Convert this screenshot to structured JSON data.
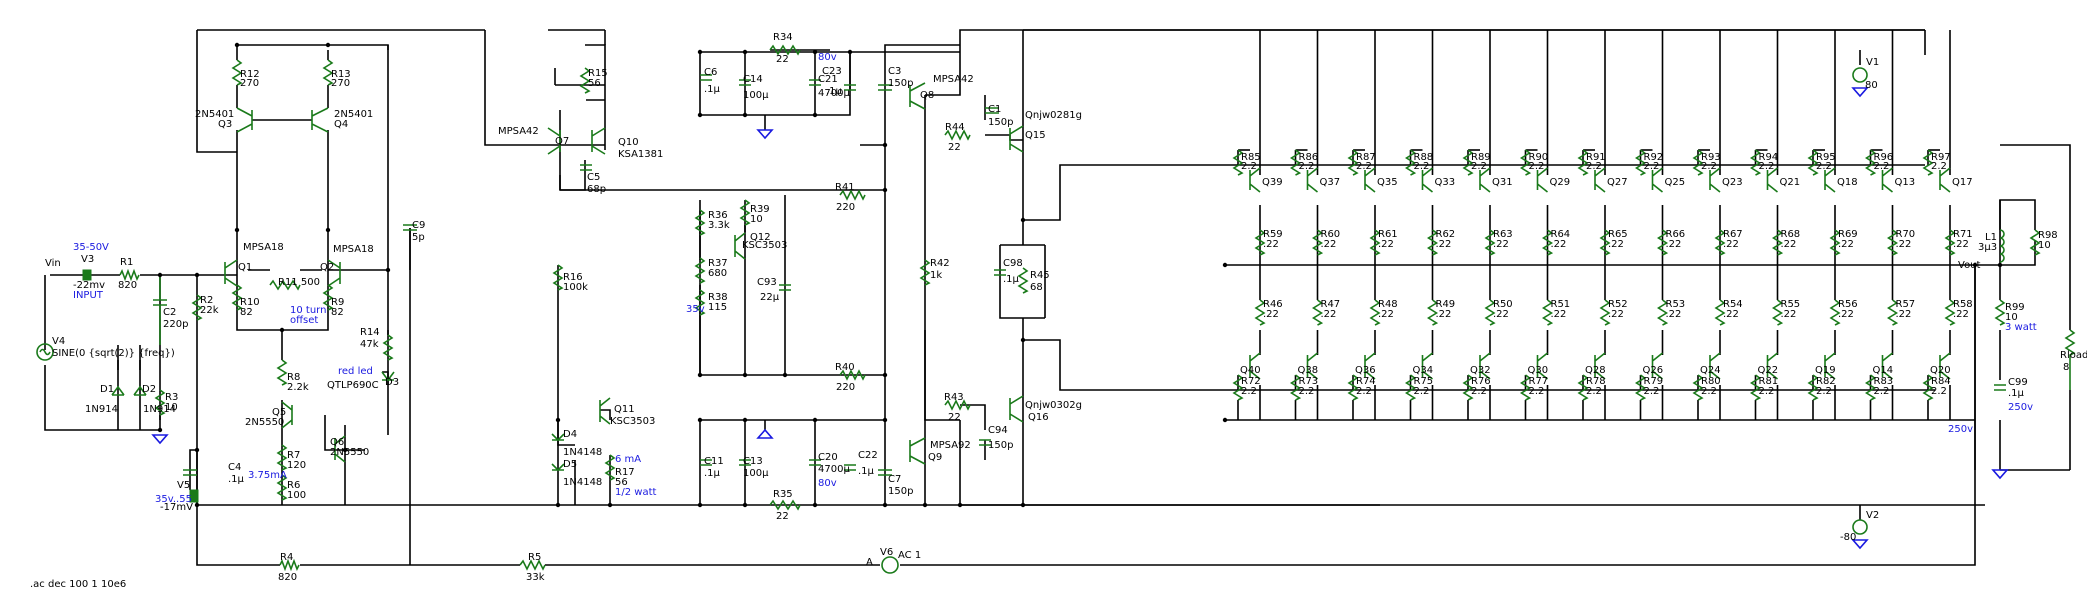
{
  "labels": {
    "r12": "R12",
    "r12v": "270",
    "r13": "R13",
    "r13v": "270",
    "q3": "2N5401\nQ3",
    "q3a": "2N5401",
    "q3b": "Q3",
    "q4a": "2N5401",
    "q4b": "Q4",
    "q1a": "MPSA18",
    "q1b": "Q1",
    "q2a": "MPSA18",
    "q2b": "Q2",
    "r11": "R11 500",
    "r10": "R10",
    "r10v": "82",
    "r9": "R9",
    "r9v": "82",
    "turn1": "10 turn",
    "turn2": "offset",
    "r8": "R8",
    "r8v": "2.2k",
    "q5a": "Q5",
    "q5b": "2N5550",
    "q6a": "Q6",
    "q6b": "2N5550",
    "r7": "R7",
    "r7v": "120",
    "r6": "R6",
    "r6v": "100",
    "cur1": "3.75mA",
    "r14": "R14",
    "r14v": "47k",
    "redled": "red led",
    "qtl": "QTLP690C",
    "d3": "D3",
    "c9": "C9",
    "c9v": "5p",
    "vin": "Vin",
    "v3": "V3",
    "v3v": "35-50V",
    "v3m": "-22mv",
    "input": "INPUT",
    "r1": "R1",
    "r1v": "820",
    "c2": "C2",
    "c2v": "220p",
    "r2": "R2",
    "r2v": "22k",
    "v4": "V4",
    "v4v": "SINE(0 {sqrt(2)} {freq})",
    "d1": "D1",
    "d1v": "1N914",
    "d2": "D2",
    "d2v": "1N914",
    "r3": "R3",
    "r3v": "10",
    "v5": "V5",
    "v5v": "35v..55",
    "v5m": "-17mV",
    "c4": "C4",
    "c4v": ".1µ",
    "r4": "R4",
    "r4v": "820",
    "r5": "R5",
    "r5v": "33k",
    "v6": "V6",
    "v6v": "AC 1",
    "a": "A",
    "cmd": ".ac dec 100 1 10e6",
    "r15": "R15",
    "r15v": "56",
    "q7": "Q7",
    "mpsa42": "MPSA42",
    "q10": "Q10",
    "ksa1381": "KSA1381",
    "c5": "C5",
    "c5v": "68p",
    "r16": "R16",
    "r16v": "100k",
    "d4": "D4",
    "d4v": "1N4148",
    "d5": "D5",
    "d5v": "1N4148",
    "q11": "Q11",
    "ksc3503a": "KSC3503",
    "ma6": "6 mA",
    "r17": "R17",
    "r17v": "56",
    "halfw": "1/2 watt",
    "r34": "R34",
    "r34v": "22",
    "v80a": "80v",
    "c6": "C6",
    "c6v": ".1µ",
    "c14": "C14",
    "c14v": "100µ",
    "c21": "C21",
    "c21v": "4700µ",
    "c23": "C23",
    "c23v": ".1µ",
    "c3": "C3",
    "c3v": "150p",
    "r36": "R36",
    "r36v": "3.3k",
    "r39": "R39",
    "r39v": "10",
    "q12": "Q12",
    "ksc3503": "KSC3503",
    "r37": "R37",
    "r37v": "680",
    "r38": "R38",
    "r38v": "115",
    "v35": "35v",
    "c93": "C93",
    "c93v": "22µ",
    "r41": "R41",
    "r41v": "220",
    "r40": "R40",
    "r40v": "220",
    "c11": "C11",
    "c11v": ".1µ",
    "c13": "C13",
    "c13v": "100µ",
    "c20": "C20",
    "c20v": "4700µ",
    "v80b": "80v",
    "c22": "C22",
    "c22v": ".1µ",
    "r35": "R35",
    "r35v": "22",
    "c7": "C7",
    "c7v": "150p",
    "q8": "Q8",
    "mpsa42b": "MPSA42",
    "q9": "Q9",
    "mpsa92": "MPSA92",
    "r44": "R44",
    "r44v": "22",
    "c1": "C1",
    "c1v": "150p",
    "q15": "Q15",
    "qnj281": "Qnjw0281g",
    "r42": "R42",
    "r42v": "1k",
    "c98": "C98",
    "c98v": ".1µ",
    "r45": "R45",
    "r45v": "68",
    "r43": "R43",
    "r43v": "22",
    "c94": "C94",
    "c94v": "150p",
    "q16": "Q16",
    "qnj302": "Qnjw0302g",
    "v1": "V1",
    "v1v": "80",
    "v2": "V2",
    "v2v": "-80",
    "vout": "Vout",
    "l1": "L1",
    "l1v": "3µ3",
    "r98": "R98",
    "r98v": "10",
    "r99": "R99",
    "r99v": "10",
    "w3": "3 watt",
    "c99": "C99",
    "c99v": ".1µ",
    "v250": "250v",
    "v250b": "250v",
    "rload": "Rload",
    "rloadv": "8",
    "r22": ".22",
    "r2p2": "2.2",
    "qnjA": "Qnjw0281g",
    "qnjB": "Qnjw0302g"
  },
  "upper_emitter_res": [
    "R59",
    "R60",
    "R61",
    "R62",
    "R63",
    "R64",
    "R65",
    "R66",
    "R67",
    "R68",
    "R69",
    "R70",
    "R71"
  ],
  "upper_base_res": [
    "R85",
    "R86",
    "R87",
    "R88",
    "R89",
    "R90",
    "R91",
    "R92",
    "R93",
    "R94",
    "R95",
    "R96",
    "R97"
  ],
  "upper_q": [
    "Q39",
    "Q37",
    "Q35",
    "Q33",
    "Q31",
    "Q29",
    "Q27",
    "Q25",
    "Q23",
    "Q21",
    "Q18",
    "Q13",
    "Q17"
  ],
  "lower_emitter_res": [
    "R46",
    "R47",
    "R48",
    "R49",
    "R50",
    "R51",
    "R52",
    "R53",
    "R54",
    "R55",
    "R56",
    "R57",
    "R58"
  ],
  "lower_base_res": [
    "R72",
    "R73",
    "R74",
    "R75",
    "R76",
    "R77",
    "R78",
    "R79",
    "R80",
    "R81",
    "R82",
    "R83",
    "R84"
  ],
  "lower_q": [
    "Q40",
    "Q38",
    "Q36",
    "Q34",
    "Q32",
    "Q30",
    "Q28",
    "Q26",
    "Q24",
    "Q22",
    "Q19",
    "Q14",
    "Q20"
  ],
  "colors": {
    "wire": "#000000",
    "component": "#1a7a1a",
    "ground": "#1a1ae0",
    "annotation": "#1a1ae0"
  }
}
